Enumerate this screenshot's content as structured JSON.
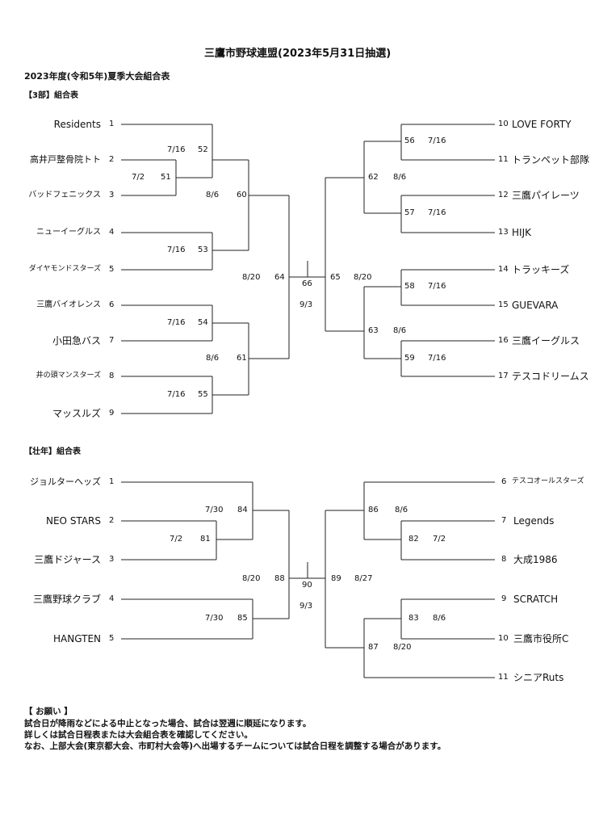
{
  "header": {
    "title": "三鷹市野球連盟(2023年5月31日抽選)",
    "subtitle": "2023年度(令和5年)夏季大会組合表"
  },
  "div3": {
    "heading": "【3部】組合表",
    "teams": [
      {
        "no": "1",
        "name": "Residents"
      },
      {
        "no": "2",
        "name": "高井戸整骨院トト"
      },
      {
        "no": "3",
        "name": "バッドフェニックス"
      },
      {
        "no": "4",
        "name": "ニューイーグルス"
      },
      {
        "no": "5",
        "name": "ダイヤモンドスターズ"
      },
      {
        "no": "6",
        "name": "三鷹バイオレンス"
      },
      {
        "no": "7",
        "name": "小田急バス"
      },
      {
        "no": "8",
        "name": "井の頭マンスターズ"
      },
      {
        "no": "9",
        "name": "マッスルズ"
      },
      {
        "no": "10",
        "name": "LOVE  FORTY"
      },
      {
        "no": "11",
        "name": "トランペット部隊"
      },
      {
        "no": "12",
        "name": "三鷹パイレーツ"
      },
      {
        "no": "13",
        "name": "HIJK"
      },
      {
        "no": "14",
        "name": "トラッキーズ"
      },
      {
        "no": "15",
        "name": "GUEVARA"
      },
      {
        "no": "16",
        "name": "三鷹イーグルス"
      },
      {
        "no": "17",
        "name": "テスコドリームス"
      }
    ],
    "games": [
      {
        "no": "51",
        "date": "7/2"
      },
      {
        "no": "52",
        "date": "7/16"
      },
      {
        "no": "53",
        "date": "7/16"
      },
      {
        "no": "54",
        "date": "7/16"
      },
      {
        "no": "55",
        "date": "7/16"
      },
      {
        "no": "60",
        "date": "8/6"
      },
      {
        "no": "61",
        "date": "8/6"
      },
      {
        "no": "64",
        "date": "8/20"
      },
      {
        "no": "56",
        "date": "7/16"
      },
      {
        "no": "57",
        "date": "7/16"
      },
      {
        "no": "58",
        "date": "7/16"
      },
      {
        "no": "59",
        "date": "7/16"
      },
      {
        "no": "62",
        "date": "8/6"
      },
      {
        "no": "63",
        "date": "8/6"
      },
      {
        "no": "65",
        "date": "8/20"
      }
    ],
    "final": {
      "no": "66",
      "date": "9/3"
    }
  },
  "senior": {
    "heading": "【壮年】組合表",
    "teams": [
      {
        "no": "1",
        "name": "ジョルターヘッズ"
      },
      {
        "no": "2",
        "name": "NEO  STARS"
      },
      {
        "no": "3",
        "name": "三鷹ドジャース"
      },
      {
        "no": "4",
        "name": "三鷹野球クラブ"
      },
      {
        "no": "5",
        "name": "HANGTEN"
      },
      {
        "no": "6",
        "name": "テスコオールスターズ"
      },
      {
        "no": "7",
        "name": "Legends"
      },
      {
        "no": "8",
        "name": "大成1986"
      },
      {
        "no": "9",
        "name": "SCRATCH"
      },
      {
        "no": "10",
        "name": "三鷹市役所C"
      },
      {
        "no": "11",
        "name": "シニアRuts"
      }
    ],
    "games": [
      {
        "no": "81",
        "date": "7/2"
      },
      {
        "no": "84",
        "date": "7/30"
      },
      {
        "no": "85",
        "date": "7/30"
      },
      {
        "no": "88",
        "date": "8/20"
      },
      {
        "no": "82",
        "date": "7/2"
      },
      {
        "no": "83",
        "date": "8/6"
      },
      {
        "no": "86",
        "date": "8/6"
      },
      {
        "no": "87",
        "date": "8/20"
      },
      {
        "no": "89",
        "date": "8/27"
      }
    ],
    "final": {
      "no": "90",
      "date": "9/3"
    }
  },
  "notice": {
    "heading": "【  お願い  】",
    "lines": [
      "試合日が降雨などによる中止となった場合、試合は翌週に順延になります。",
      "詳しくは試合日程表または大会組合表を確認してください。",
      "なお、上部大会(東京都大会、市町村大会等)へ出場するチームについては試合日程を調整する場合があります。"
    ]
  }
}
